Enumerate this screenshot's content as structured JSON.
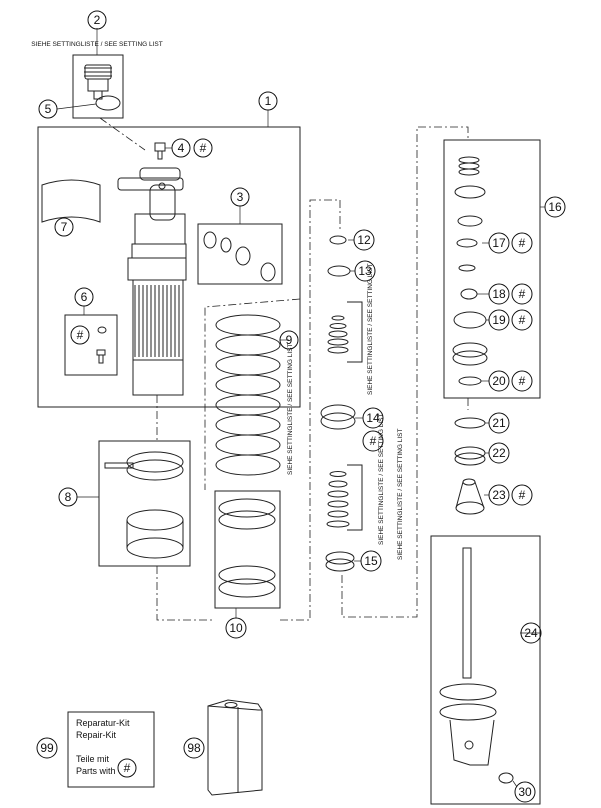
{
  "notes": {
    "setting_top": "SIEHE SETTINGLISTE / SEE SETTING LIST",
    "setting_spring": "SIEHE SETTINGLISTE / SEE SETTING LIST",
    "setting_12": "SIEHE SETTINGLISTE / SEE SETTING LIST",
    "setting_14": "SIEHE SETTINGLISTE / SEE SETTING LIST",
    "setting_15": "SIEHE SETTINGLISTE / SEE SETTING LIST"
  },
  "legend_box": {
    "line1": "Reparatur-Kit",
    "line2": "Repair-Kit",
    "line3": "Teile mit",
    "line4": "Parts with",
    "symbol": "#"
  },
  "callouts": {
    "c1": "1",
    "c2": "2",
    "c3": "3",
    "c4": "4",
    "c5": "5",
    "c6": "6",
    "c7": "7",
    "c8": "8",
    "c9": "9",
    "c10": "10",
    "c12": "12",
    "c13": "13",
    "c14": "14",
    "c15": "15",
    "c16": "16",
    "c17": "17",
    "c18": "18",
    "c19": "19",
    "c20": "20",
    "c21": "21",
    "c22": "22",
    "c23": "23",
    "c24": "24",
    "c30": "30",
    "c98": "98",
    "c99": "99"
  },
  "hash": "#"
}
